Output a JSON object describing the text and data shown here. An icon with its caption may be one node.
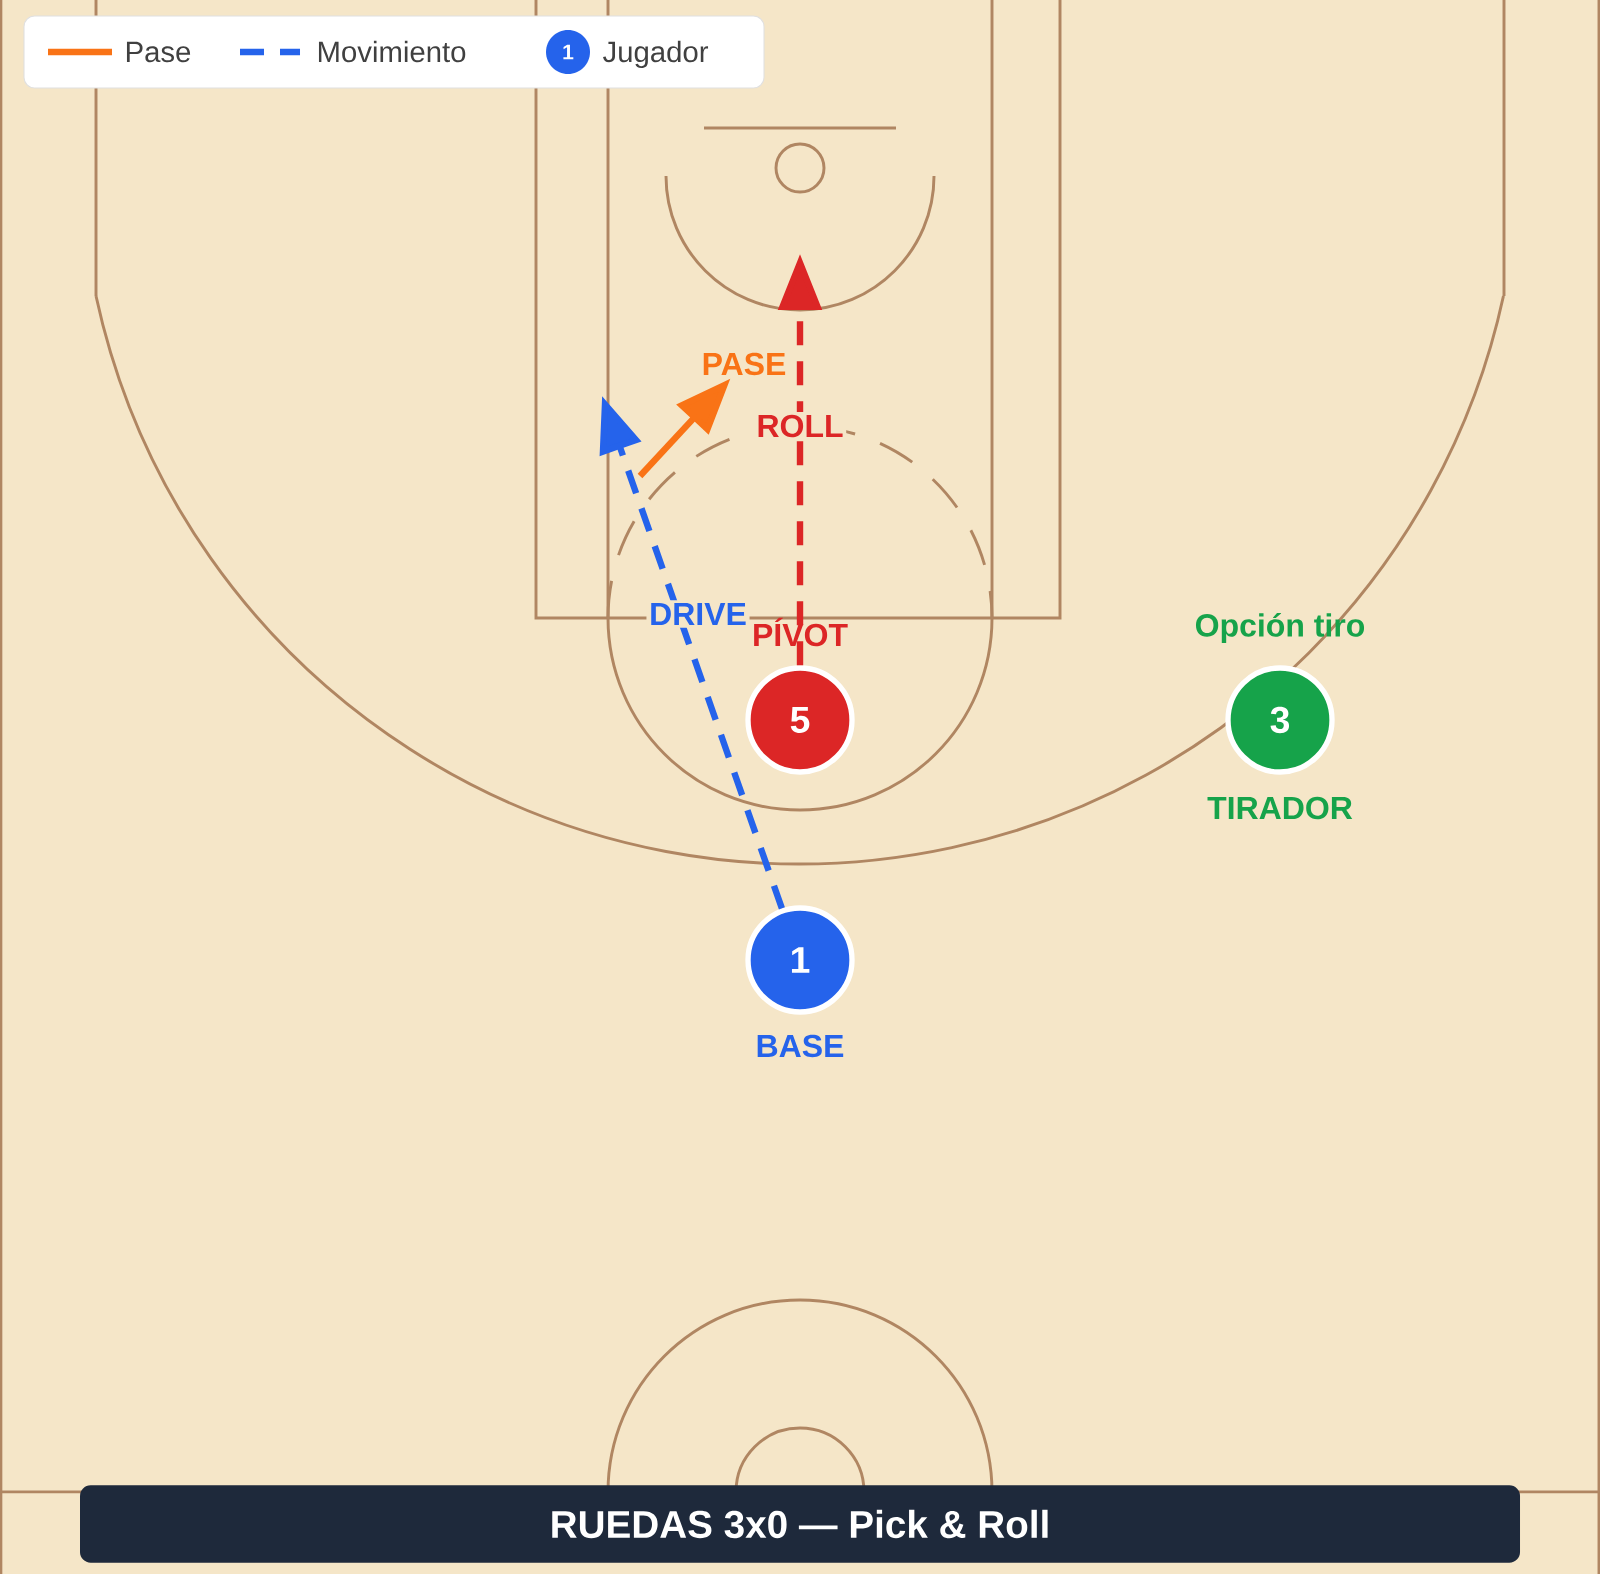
{
  "diagram": {
    "title": "RUEDAS 3x0 — Pick & Roll",
    "nodes": [
      {
        "text": [
          "PASE"
        ]
      },
      {
        "text": [
          "5"
        ],
        "beside": [
          "PÍVOT"
        ]
      },
      {
        "text": [
          "3"
        ],
        "beside": [
          "Opción tiro",
          "TIRADOR"
        ]
      },
      {
        "text": [
          "1"
        ],
        "beside": [
          "BASE"
        ]
      }
    ],
    "edges": [
      {
        "from": null,
        "to": 0,
        "arrow": "to",
        "color": "#f97316"
      },
      {
        "from": 1,
        "to": null,
        "arrow": "to",
        "label": "ROLL",
        "style": "dashed",
        "color": "#dc2626"
      },
      {
        "from": 3,
        "to": null,
        "arrow": "to",
        "label": "DRIVE",
        "style": "dashed",
        "color": "#2563eb"
      }
    ],
    "labels": [
      "1"
    ],
    "legend": [
      {
        "text": "Pase"
      },
      {
        "text": "Movimiento"
      },
      {
        "text": "Jugador"
      }
    ]
  }
}
